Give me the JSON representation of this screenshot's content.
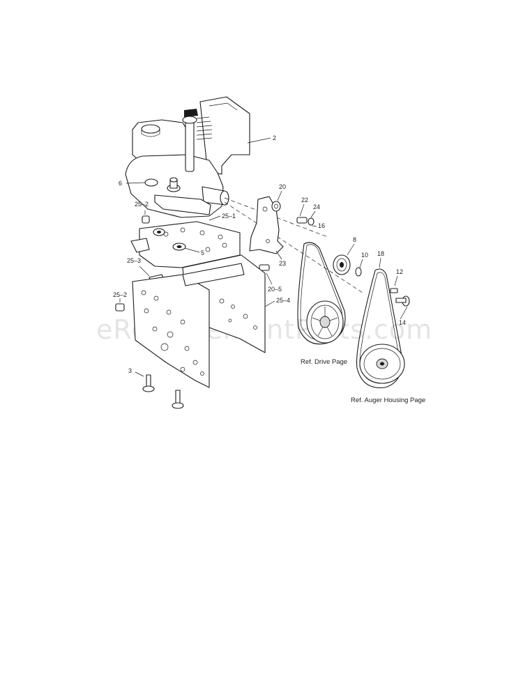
{
  "watermark": "eReplacementParts.com",
  "callouts": {
    "c2": "2",
    "c6": "6",
    "c20": "20",
    "c22": "22",
    "c24": "24",
    "c16": "16",
    "c25_2a": "25–2",
    "c25_1": "25–1",
    "c5": "5",
    "c23": "23",
    "c8": "8",
    "c18": "18",
    "c10": "10",
    "c25_3": "25–3",
    "c12": "12",
    "c20_5": "20–5",
    "c25_4": "25–4",
    "c25_2b": "25–2",
    "c14": "14",
    "c3": "3"
  },
  "references": {
    "drive": "Ref. Drive Page",
    "auger": "Ref. Auger Housing Page"
  }
}
